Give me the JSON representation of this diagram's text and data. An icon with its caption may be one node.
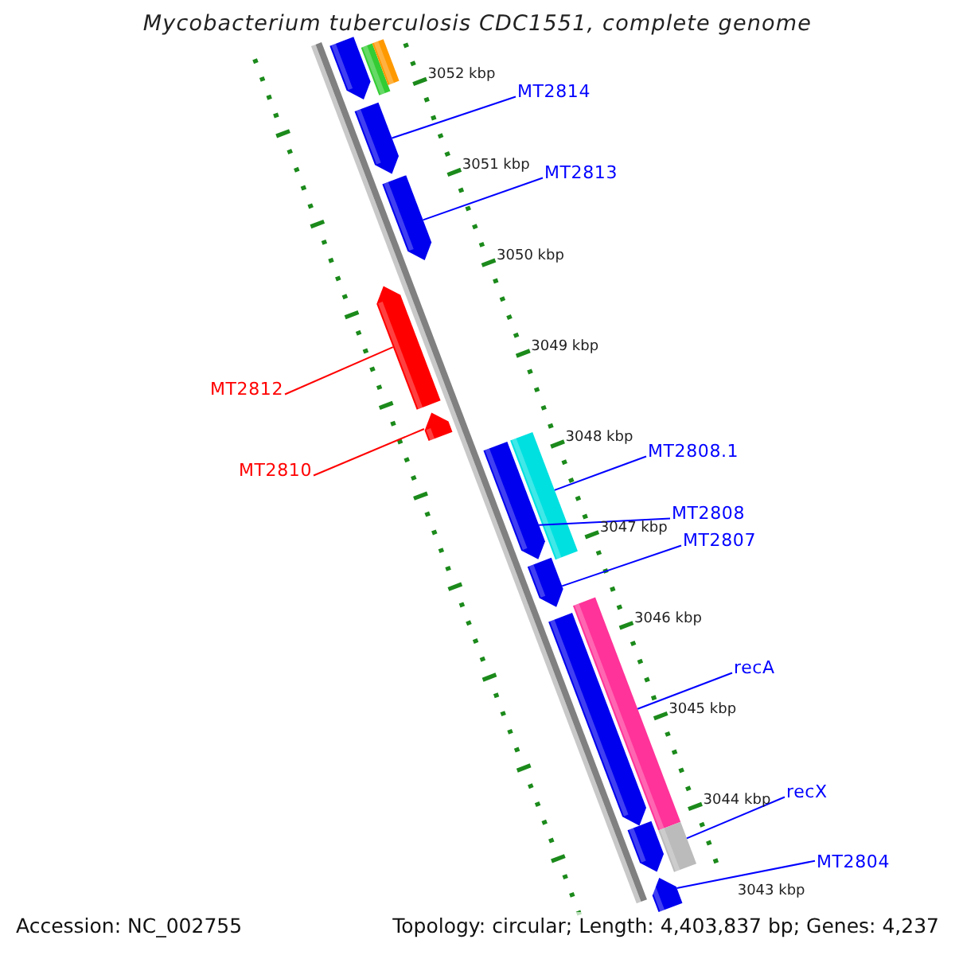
{
  "diagram": {
    "title": "Mycobacterium tuberculosis CDC1551, complete genome",
    "nodes": [
      {
        "text": [],
        "shape": "arrow"
      },
      {
        "text": [],
        "shape": "bar"
      },
      {
        "text": [],
        "shape": "bar"
      },
      {
        "text": [
          "MT2814"
        ]
      },
      {
        "text": [],
        "shape": "arrow"
      },
      {
        "text": [
          "MT2813"
        ]
      },
      {
        "text": [],
        "shape": "arrow"
      },
      {
        "text": [
          "MT2812"
        ]
      },
      {
        "text": [],
        "shape": "arrow"
      },
      {
        "text": [
          "MT2810"
        ]
      },
      {
        "text": [],
        "shape": "arrow"
      },
      {
        "text": [
          "MT2808.1"
        ]
      },
      {
        "text": [],
        "shape": "bar"
      },
      {
        "text": [
          "MT2808"
        ]
      },
      {
        "text": [],
        "shape": "arrow"
      },
      {
        "text": [
          "MT2807"
        ]
      },
      {
        "text": [],
        "shape": "arrow"
      },
      {
        "text": [],
        "shape": "arrow"
      },
      {
        "text": [
          "recA"
        ]
      },
      {
        "text": [],
        "shape": "bar"
      },
      {
        "text": [],
        "shape": "arrow"
      },
      {
        "text": [
          "recX"
        ]
      },
      {
        "text": [],
        "shape": "bar"
      },
      {
        "text": [
          "MT2804"
        ]
      },
      {
        "text": [],
        "shape": "arrow"
      }
    ],
    "edges": [
      {
        "from": 3,
        "to": 4,
        "arrow": "none"
      },
      {
        "from": 5,
        "to": 6,
        "arrow": "none"
      },
      {
        "from": 7,
        "to": 8,
        "arrow": "none",
        "color": "#ff0000"
      },
      {
        "from": 9,
        "to": 10,
        "arrow": "none",
        "color": "#ff0000"
      },
      {
        "from": 11,
        "to": 12,
        "arrow": "none"
      },
      {
        "from": 13,
        "to": 14,
        "arrow": "none"
      },
      {
        "from": 15,
        "to": 16,
        "arrow": "none"
      },
      {
        "from": 18,
        "to": 19,
        "arrow": "none"
      },
      {
        "from": 21,
        "to": 22,
        "arrow": "none"
      },
      {
        "from": 23,
        "to": 24,
        "arrow": "none"
      }
    ],
    "labels": [
      "3052 kbp",
      "3051 kbp",
      "3050 kbp",
      "3049 kbp",
      "3048 kbp",
      "3047 kbp",
      "3046 kbp",
      "3045 kbp",
      "3044 kbp",
      "3043 kbp",
      "Accession: NC_002755",
      "Topology: circular; Length: 4,403,837 bp; Genes: 4,237"
    ]
  }
}
